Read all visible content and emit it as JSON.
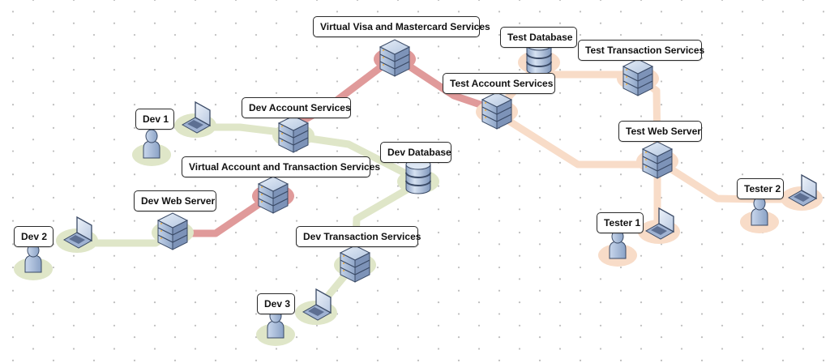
{
  "diagram": {
    "title": "Development and Test Environment Topology",
    "colors": {
      "dev_path": "#dfe6c8",
      "virtual_path": "#e09a9a",
      "test_path": "#f8dcc8",
      "grid_dot": "#bdbdbd",
      "icon_fill": "#b8c8e0",
      "icon_stroke": "#3a4a66"
    },
    "nodes": [
      {
        "id": "virtual-visa",
        "label": "Virtual Visa and Mastercard Services",
        "icon": "server-icon",
        "group": "virtual"
      },
      {
        "id": "test-database",
        "label": "Test Database",
        "icon": "database-icon",
        "group": "test"
      },
      {
        "id": "test-transaction",
        "label": "Test Transaction Services",
        "icon": "server-icon",
        "group": "test"
      },
      {
        "id": "test-account",
        "label": "Test Account Services",
        "icon": "server-icon",
        "group": "test"
      },
      {
        "id": "dev-account",
        "label": "Dev Account Services",
        "icon": "server-icon",
        "group": "dev"
      },
      {
        "id": "dev-1",
        "label": "Dev 1",
        "icon": "user-laptop-icon",
        "group": "dev"
      },
      {
        "id": "dev-database",
        "label": "Dev Database",
        "icon": "database-icon",
        "group": "dev"
      },
      {
        "id": "virtual-account",
        "label": "Virtual Account and Transaction Services",
        "icon": "server-icon",
        "group": "virtual"
      },
      {
        "id": "dev-web",
        "label": "Dev Web Server",
        "icon": "server-icon",
        "group": "dev"
      },
      {
        "id": "dev-2",
        "label": "Dev 2",
        "icon": "user-laptop-icon",
        "group": "dev"
      },
      {
        "id": "dev-transaction",
        "label": "Dev Transaction Services",
        "icon": "server-icon",
        "group": "dev"
      },
      {
        "id": "dev-3",
        "label": "Dev 3",
        "icon": "user-laptop-icon",
        "group": "dev"
      },
      {
        "id": "test-web",
        "label": "Test Web Server",
        "icon": "server-icon",
        "group": "test"
      },
      {
        "id": "tester-1",
        "label": "Tester 1",
        "icon": "user-laptop-icon",
        "group": "test"
      },
      {
        "id": "tester-2",
        "label": "Tester 2",
        "icon": "user-laptop-icon",
        "group": "test"
      }
    ],
    "edges": [
      {
        "from": "dev-1",
        "to": "dev-account",
        "group": "dev"
      },
      {
        "from": "dev-account",
        "to": "dev-database",
        "group": "dev"
      },
      {
        "from": "dev-database",
        "to": "dev-transaction",
        "group": "dev"
      },
      {
        "from": "dev-transaction",
        "to": "dev-3",
        "group": "dev"
      },
      {
        "from": "dev-2",
        "to": "dev-web",
        "group": "dev"
      },
      {
        "from": "dev-web",
        "to": "virtual-account",
        "group": "virtual"
      },
      {
        "from": "dev-account",
        "to": "virtual-visa",
        "group": "virtual"
      },
      {
        "from": "virtual-visa",
        "to": "test-account",
        "group": "virtual"
      },
      {
        "from": "test-account",
        "to": "test-database",
        "group": "test"
      },
      {
        "from": "test-database",
        "to": "test-transaction",
        "group": "test"
      },
      {
        "from": "test-transaction",
        "to": "test-web",
        "group": "test"
      },
      {
        "from": "test-account",
        "to": "test-web",
        "group": "test"
      },
      {
        "from": "test-web",
        "to": "tester-1",
        "group": "test"
      },
      {
        "from": "test-web",
        "to": "tester-2",
        "group": "test"
      }
    ]
  }
}
